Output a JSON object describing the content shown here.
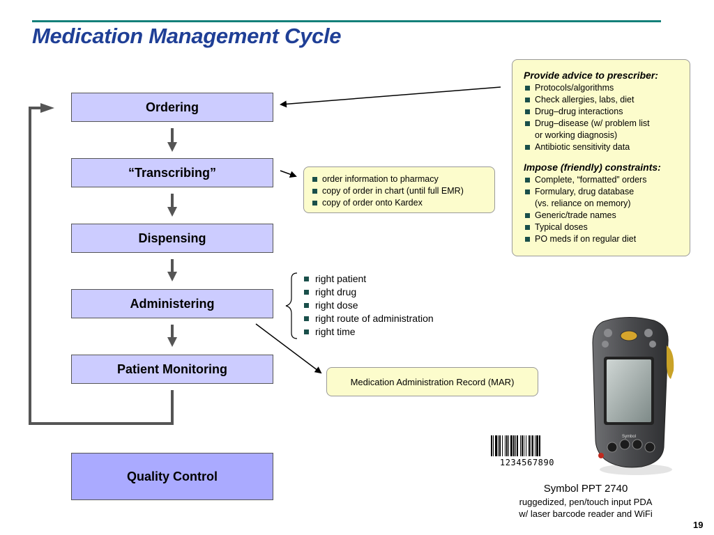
{
  "title": "Medication Management Cycle",
  "steps": {
    "ordering": "Ordering",
    "transcribing": "“Transcribing”",
    "dispensing": "Dispensing",
    "administering": "Administering",
    "monitoring": "Patient Monitoring",
    "quality": "Quality Control"
  },
  "transcribing_note": {
    "items": [
      "order information to pharmacy",
      "copy of order in chart (until full EMR)",
      "copy of order onto Kardex"
    ]
  },
  "advice_box": {
    "heading1": "Provide advice to prescriber:",
    "items1": [
      "Protocols/algorithms",
      "Check allergies, labs, diet",
      "Drug–drug interactions",
      "Drug–disease (w/ problem list",
      "Antibiotic sensitivity data"
    ],
    "items1_cont": "or working diagnosis)",
    "heading2": "Impose (friendly) constraints:",
    "items2": [
      "Complete, “formatted” orders",
      "Formulary, drug database",
      "Generic/trade names",
      "Typical doses",
      "PO meds if on regular diet"
    ],
    "items2_cont": "(vs. reliance on memory)"
  },
  "rights": [
    "right patient",
    "right drug",
    "right dose",
    "right route of administration",
    "right time"
  ],
  "mar_label": "Medication Administration Record (MAR)",
  "barcode_digits": "1234567890",
  "device": {
    "name": "Symbol PPT 2740",
    "desc1": "ruggedized, pen/touch input PDA",
    "desc2": "w/ laser barcode reader and WiFi",
    "logo_text": "Symbol"
  },
  "page_number": "19"
}
